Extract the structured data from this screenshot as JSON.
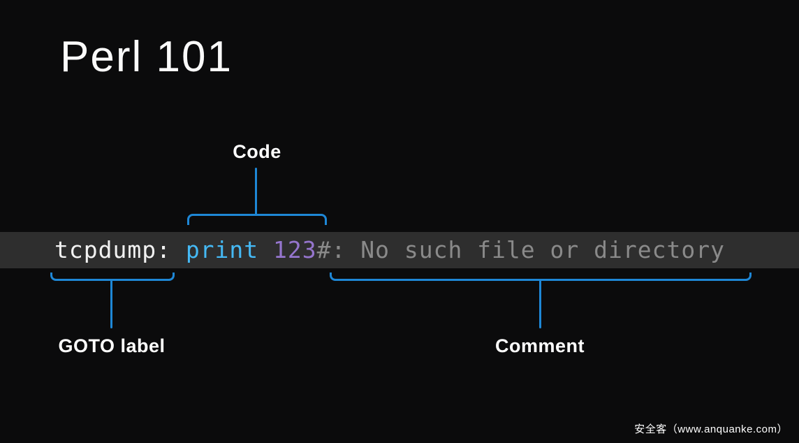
{
  "slide": {
    "title": "Perl 101"
  },
  "code_line": {
    "goto_label": "tcpdump: ",
    "keyword": "print ",
    "number": "123",
    "comment": "#: No such file or directory"
  },
  "annotations": {
    "code": {
      "label": "Code"
    },
    "goto": {
      "label": "GOTO label"
    },
    "comment": {
      "label": "Comment"
    }
  },
  "watermark": {
    "text": "安全客（www.anquanke.com）"
  },
  "colors": {
    "background": "#0b0b0c",
    "bar_background": "#2e2e2e",
    "bracket_blue": "#1e87d6",
    "goto_white": "#f2f2f2",
    "keyword_blue": "#45b9f5",
    "number_purple": "#9575cd",
    "comment_gray": "#8a8a8a"
  }
}
